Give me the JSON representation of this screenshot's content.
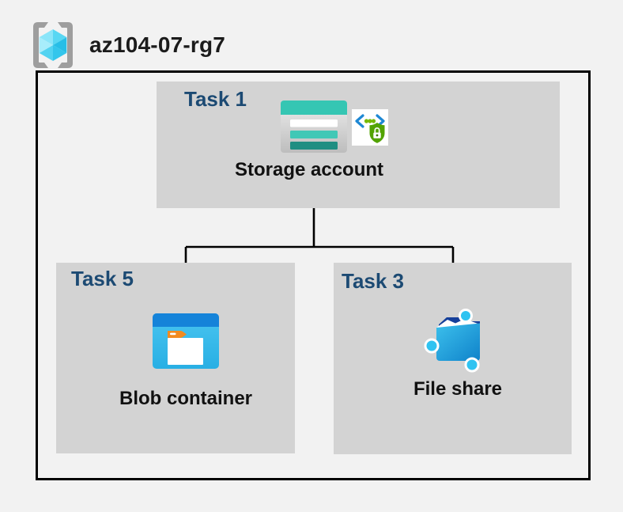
{
  "resource_group": {
    "name": "az104-07-rg7",
    "icon": "resource-group-icon"
  },
  "tasks": [
    {
      "label": "Task 1",
      "item": "Storage account",
      "icons": [
        "storage-account-icon",
        "sas-security-icon"
      ]
    },
    {
      "label": "Task 5",
      "item": "Blob container",
      "icons": [
        "blob-container-icon"
      ]
    },
    {
      "label": "Task 3",
      "item": "File share",
      "icons": [
        "file-share-icon"
      ]
    }
  ],
  "connections": [
    {
      "from": "Storage account",
      "to": "Blob container"
    },
    {
      "from": "Storage account",
      "to": "File share"
    }
  ],
  "colors": {
    "background": "#f2f2f2",
    "task_box_fill": "#d3d3d3",
    "task_label": "#1c4a73",
    "item_label": "#111111",
    "boundary_border": "#000000",
    "storage_teal": "#35c6b3",
    "storage_teal_dark": "#1f8e82",
    "blob_blue": "#1583d9",
    "blob_body": "#38bce9",
    "tab_orange": "#f28b1f",
    "sas_blue": "#1e88d4",
    "sas_green": "#76b900",
    "shield_green": "#52a302",
    "fileshare_navy": "#153f9a",
    "node_cyan": "#2fc3f1"
  }
}
